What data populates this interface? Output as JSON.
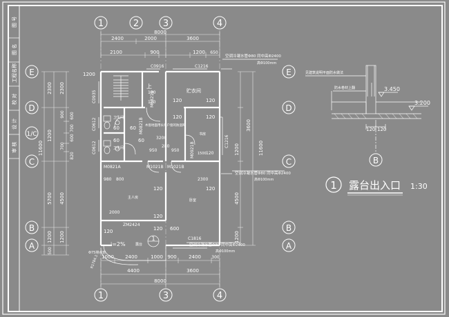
{
  "sheet": {
    "colors": {
      "background": "#8a8a8a",
      "lines": "#ffffff"
    },
    "title_block": [
      "审 核",
      "设 计",
      "校 对",
      "工程名称",
      "图 名",
      "图 号"
    ]
  },
  "axes": {
    "top": [
      "1",
      "2",
      "3",
      "4"
    ],
    "bottom": [
      "1",
      "3",
      "4"
    ],
    "left": [
      "E",
      "D",
      "1/C",
      "C",
      "B",
      "A"
    ],
    "right": [
      "E",
      "D",
      "C",
      "B",
      "A"
    ]
  },
  "dims": {
    "top_total": "8000",
    "top_row1": [
      "2400",
      "2000",
      "3600"
    ],
    "top_row2": [
      "2100",
      "900",
      "1200",
      "650"
    ],
    "bottom_row1": [
      "1000",
      "2400",
      "1000",
      "900",
      "2400",
      "300"
    ],
    "bottom_row2": [
      "4400",
      "3600"
    ],
    "bottom_total": "8000",
    "left_outer": [
      "2300",
      "1200",
      "5700",
      "1200",
      "500"
    ],
    "left_total": "11600",
    "left_inner": [
      "2300",
      "1200",
      "4500",
      "1200",
      "820",
      "600",
      "700",
      "600",
      "900",
      "700"
    ],
    "right_outer": [
      "3600",
      "1200",
      "4500",
      "1200"
    ],
    "right_total": "11600",
    "interior": [
      "1200",
      "120",
      "120",
      "120",
      "120",
      "120",
      "120",
      "120",
      "120",
      "60",
      "60",
      "60",
      "60",
      "3200",
      "950",
      "120",
      "280",
      "950",
      "1500",
      "980",
      "800",
      "2300",
      "2000",
      "120",
      "120",
      "120",
      "600",
      "600",
      "300",
      "800"
    ]
  },
  "labels": {
    "doors_windows": [
      "C0916",
      "C1216",
      "C0935",
      "C0612",
      "C0612",
      "M0821B",
      "M0821B",
      "M0921B",
      "M0821A",
      "M1021B",
      "M1021B",
      "C1216",
      "ZM2424",
      "C1816"
    ],
    "rooms": [
      "贮衣间",
      "卫生间",
      "卫生间",
      "书房",
      "主人房",
      "卧室",
      "露台"
    ],
    "notes": [
      "空调冷凝水管Φ80 同中高Φ2400",
      "高Φ100mm",
      "空调冷凝水管Φ80 同中高Φ2400",
      "高Φ100mm",
      "空调冷凝水管Φ80 同中高Φ2400",
      "高Φ100mm",
      "木窗地面用长条户窗的防盗网"
    ],
    "stair": "上",
    "slope": "i=2%",
    "radius": "R1784.1",
    "pipe": "Φ75排水管",
    "detail_ref": "1"
  },
  "detail": {
    "number": "1",
    "title": "露台出入口",
    "scale": "1:30",
    "notes": [
      "见建筑说明平面防水做法",
      "防水卷材上翻"
    ],
    "elevations": [
      "3.450",
      "3.200"
    ],
    "dims": [
      "120",
      "120"
    ],
    "axis": "B"
  }
}
